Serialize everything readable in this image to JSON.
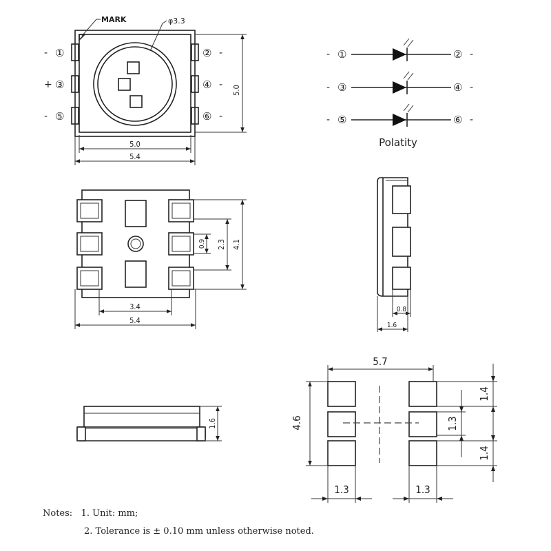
{
  "top_view": {
    "mark_label": "MARK",
    "circle_label": "φ3.3",
    "pins_left": [
      {
        "sign": "-",
        "num": "①"
      },
      {
        "sign": "+",
        "num": "③"
      },
      {
        "sign": "-",
        "num": "⑤"
      }
    ],
    "pins_right": [
      {
        "num": "②",
        "sign": "-"
      },
      {
        "num": "④",
        "sign": "-"
      },
      {
        "num": "⑥",
        "sign": "-"
      }
    ],
    "dim_inner_width": "5.0",
    "dim_outer_width": "5.4",
    "dim_height": "5.0"
  },
  "polarity": {
    "rows": [
      {
        "left_sign": "-",
        "left_num": "①",
        "right_num": "②",
        "right_sign": "-"
      },
      {
        "left_sign": "-",
        "left_num": "③",
        "right_num": "④",
        "right_sign": "-"
      },
      {
        "left_sign": "-",
        "left_num": "⑤",
        "right_num": "⑥",
        "right_sign": "-"
      }
    ],
    "caption": "Polatity"
  },
  "bottom_view": {
    "dim_pad_span": "3.4",
    "dim_width": "5.4",
    "dim_pad": "0.9",
    "dim_mid": "2.3",
    "dim_height": "4.1"
  },
  "side_view": {
    "dim_thickness": "1.6",
    "dim_lead": "0.8"
  },
  "front_view": {
    "dim_height": "1.6"
  },
  "footprint": {
    "dim_width": "5.7",
    "dim_height": "4.6",
    "dim_pad_h_top": "1.4",
    "dim_pitch": "1.3",
    "dim_pad_h_bottom": "1.4",
    "dim_pad_w_left": "1.3",
    "dim_pad_w_right": "1.3"
  },
  "notes": {
    "label": "Notes:",
    "line1": "1. Unit: mm;",
    "line2": "2. Tolerance is ± 0.10 mm unless otherwise noted."
  }
}
